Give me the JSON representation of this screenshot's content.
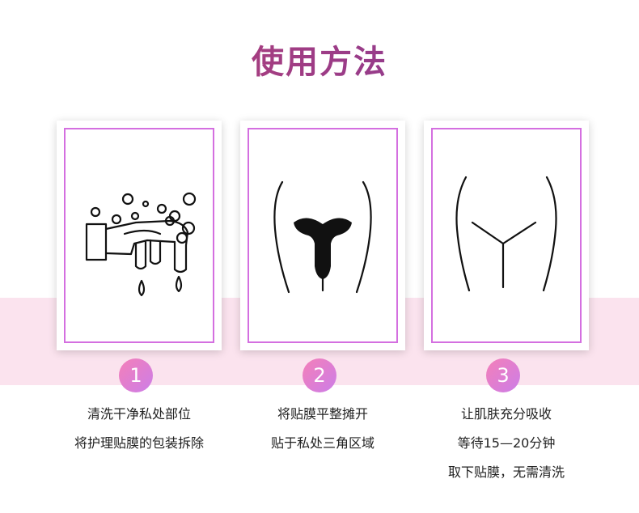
{
  "title": "使用方法",
  "colors": {
    "accent_border": "#d46fe0",
    "band": "#fbe3ee",
    "title_gradient_start": "#c0406e",
    "title_gradient_end": "#7a3a9a",
    "badge_gradient_start": "#f47fb8",
    "badge_gradient_end": "#cc7ee8"
  },
  "steps": [
    {
      "number": "1",
      "icon": "hand-washing-icon",
      "lines": [
        "清洗干净私处部位",
        "将护理贴膜的包装拆除"
      ]
    },
    {
      "number": "2",
      "icon": "apply-patch-icon",
      "lines": [
        "将贴膜平整摊开",
        "贴于私处三角区域"
      ]
    },
    {
      "number": "3",
      "icon": "body-outline-icon",
      "lines": [
        "让肌肤充分吸收",
        "等待15—20分钟",
        "取下贴膜，无需清洗"
      ]
    }
  ]
}
